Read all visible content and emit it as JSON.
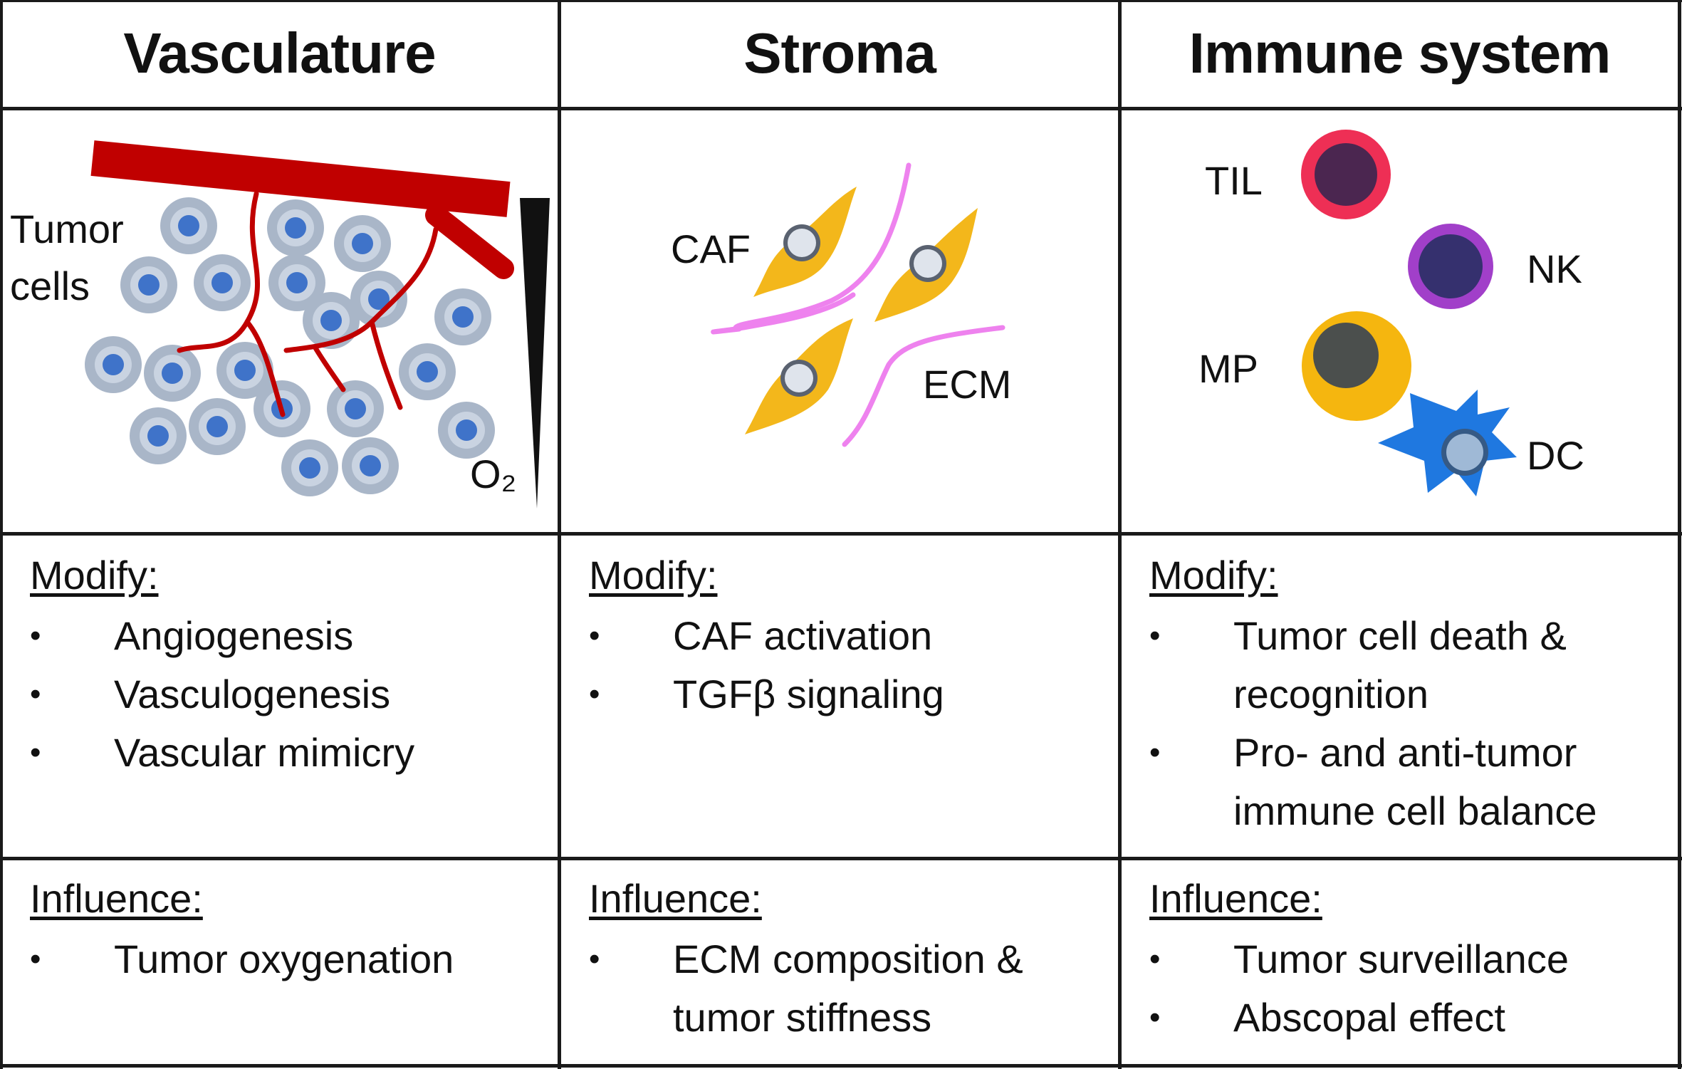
{
  "columns": [
    {
      "title": "Vasculature",
      "illustration": {
        "labels": {
          "tumor_cells": "Tumor\ncells",
          "oxygen": "O₂"
        }
      },
      "modify_heading": "Modify:",
      "modify_items": [
        "Angiogenesis",
        "Vasculogenesis",
        "Vascular mimicry"
      ],
      "influence_heading": "Influence:",
      "influence_items": [
        "Tumor oxygenation"
      ]
    },
    {
      "title": "Stroma",
      "illustration": {
        "labels": {
          "caf": "CAF",
          "ecm": "ECM"
        }
      },
      "modify_heading": "Modify:",
      "modify_items": [
        "CAF activation",
        "TGFβ signaling"
      ],
      "influence_heading": "Influence:",
      "influence_items": [
        "ECM composition &\ntumor stiffness"
      ]
    },
    {
      "title": "Immune system",
      "illustration": {
        "labels": {
          "til": "TIL",
          "nk": "NK",
          "mp": "MP",
          "dc": "DC"
        }
      },
      "modify_heading": "Modify:",
      "modify_items": [
        "Tumor cell death &\nrecognition",
        "Pro- and anti-tumor\nimmune cell balance"
      ],
      "influence_heading": "Influence:",
      "influence_items": [
        "Tumor surveillance",
        "Abscopal effect"
      ]
    }
  ],
  "colors": {
    "vessel": "#c00000",
    "tumor_cell": "#a9b6c8",
    "tumor_nucleus": "#3f73c9",
    "caf": "#f3b71b",
    "ecm": "#ee82ee",
    "til_ring": "#ee2f55",
    "nk_ring": "#a13fc9",
    "mp_body": "#f5b60f",
    "dc_body": "#1f78e0"
  }
}
